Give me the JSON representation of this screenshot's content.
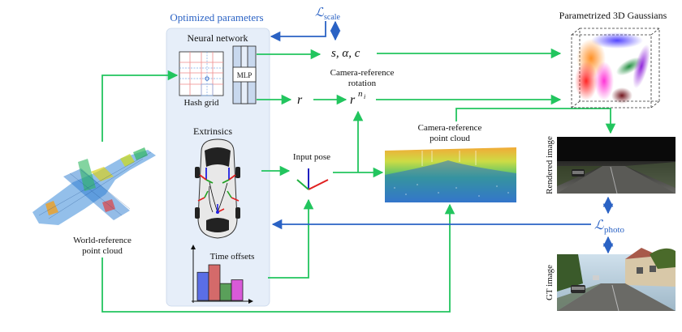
{
  "panel": {
    "title": "Optimized parameters",
    "neural_network": "Neural network",
    "mlp": "MLP",
    "hash_grid": "Hash grid",
    "extrinsics": "Extrinsics",
    "time_offsets": "Time offsets"
  },
  "losses": {
    "scale_main": "ℒ",
    "scale_sub": "scale",
    "photo_main": "ℒ",
    "photo_sub": "photo"
  },
  "symbols": {
    "sac": "s, α, c",
    "r": "r",
    "rn_base": "r",
    "rn_exp": "n",
    "rn_sub": "i"
  },
  "labels": {
    "cam_ref_rotation_l1": "Camera-reference",
    "cam_ref_rotation_l2": "rotation",
    "input_pose": "Input pose",
    "cam_ref_cloud_l1": "Camera-reference",
    "cam_ref_cloud_l2": "point cloud",
    "world_ref_l1": "World-reference",
    "world_ref_l2": "point cloud",
    "gaussians_title": "Parametrized 3D Gaussians",
    "rendered_image": "Rendered image",
    "gt_image": "GT image"
  },
  "colors": {
    "arrow_green": "#22c55e",
    "loss_blue": "#2a62c4",
    "panel_bg": "#e6eef9"
  },
  "chart_data": {
    "type": "bar",
    "title": "Time offsets",
    "categories": [
      "",
      "",
      "",
      ""
    ],
    "values": [
      0.75,
      0.95,
      0.45,
      0.55
    ],
    "colors": [
      "#5a6ee6",
      "#d46a6a",
      "#5aa05a",
      "#d85ad8"
    ]
  }
}
